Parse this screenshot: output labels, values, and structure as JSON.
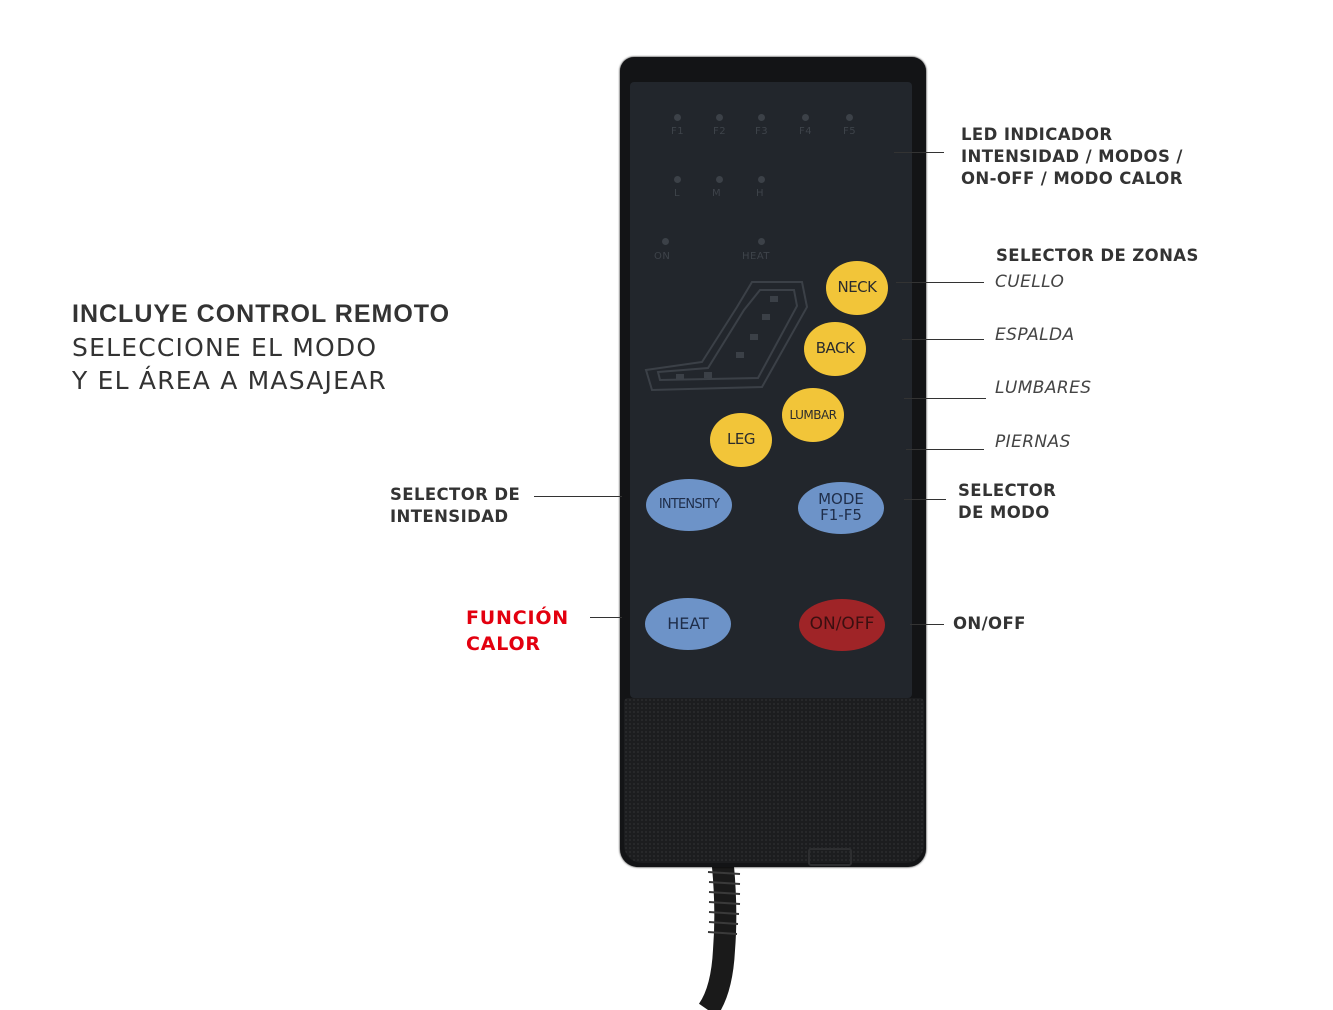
{
  "headline": {
    "line1": "INCLUYE CONTROL REMOTO",
    "line2": "SELECCIONE EL MODO",
    "line3": "Y EL ÁREA A MASAJEAR"
  },
  "callouts": {
    "led": [
      "LED INDICADOR",
      "INTENSIDAD / MODOS /",
      "ON-OFF / MODO CALOR"
    ],
    "zones_title": "SELECTOR DE ZONAS",
    "neck": "CUELLO",
    "back": "ESPALDA",
    "lumbar": "LUMBARES",
    "legs": "PIERNAS",
    "intensity": [
      "SELECTOR DE",
      "INTENSIDAD"
    ],
    "mode": [
      "SELECTOR",
      "DE MODO"
    ],
    "heat": [
      "FUNCIÓN",
      "CALOR"
    ],
    "onoff": "ON/OFF"
  },
  "remote": {
    "led_row1": [
      "F1",
      "F2",
      "F3",
      "F4",
      "F5"
    ],
    "led_row2": [
      "L",
      "M",
      "H"
    ],
    "led_row3": [
      "ON",
      "HEAT"
    ],
    "buttons": {
      "neck": "NECK",
      "back": "BACK",
      "lumbar": "LUMBAR",
      "leg": "LEG",
      "intensity": "INTENSITY",
      "mode_line1": "MODE",
      "mode_line2": "F1-F5",
      "heat": "HEAT",
      "onoff": "ON/OFF"
    }
  },
  "colors": {
    "accent_red": "#e3000f",
    "button_yellow": "#f2c539",
    "button_blue": "#6d93c8",
    "button_red": "#9f2427",
    "remote_body": "#131416"
  }
}
